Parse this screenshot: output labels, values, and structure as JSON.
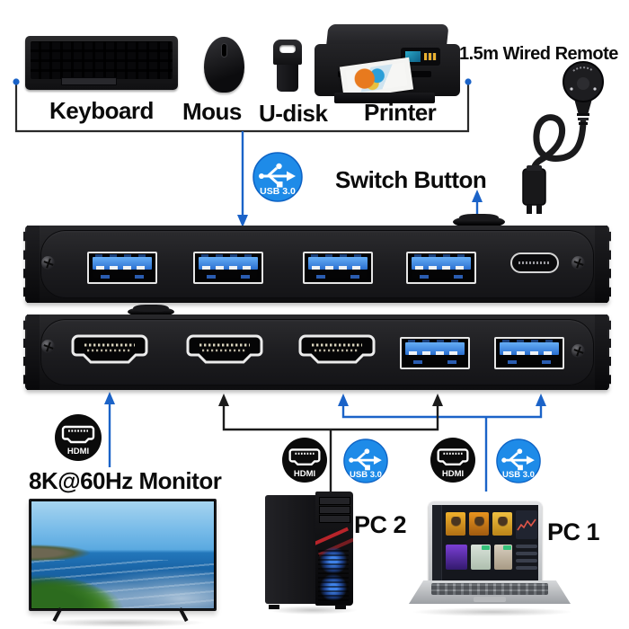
{
  "peripherals": {
    "keyboard": "Keyboard",
    "mouse": "Mous",
    "udisk": "U-disk",
    "printer": "Printer"
  },
  "annotations": {
    "wired_remote": "1.5m Wired Remote",
    "switch_button": "Switch Button",
    "monitor": "8K@60Hz Monitor",
    "pc2": "PC 2",
    "pc1": "PC 1"
  },
  "icons": {
    "usb_label": "USB 3.0",
    "hdmi_label": "HDMI"
  },
  "hardware": {
    "top_panel_usb_a_ports": 4,
    "top_panel_usb_c_ports": 1,
    "bottom_panel_hdmi_ports": 3,
    "bottom_panel_usb_a_ports": 2
  },
  "colors": {
    "background": "#ffffff",
    "arrow_blue": "#1b63c8",
    "bracket_dark": "#2a2a2a",
    "usb_icon_blue": "#1e8be8",
    "hdmi_icon_black": "#0b0b0b",
    "usb_tongue_blue": "#3585e0",
    "device_black": "#1a1a1c"
  }
}
